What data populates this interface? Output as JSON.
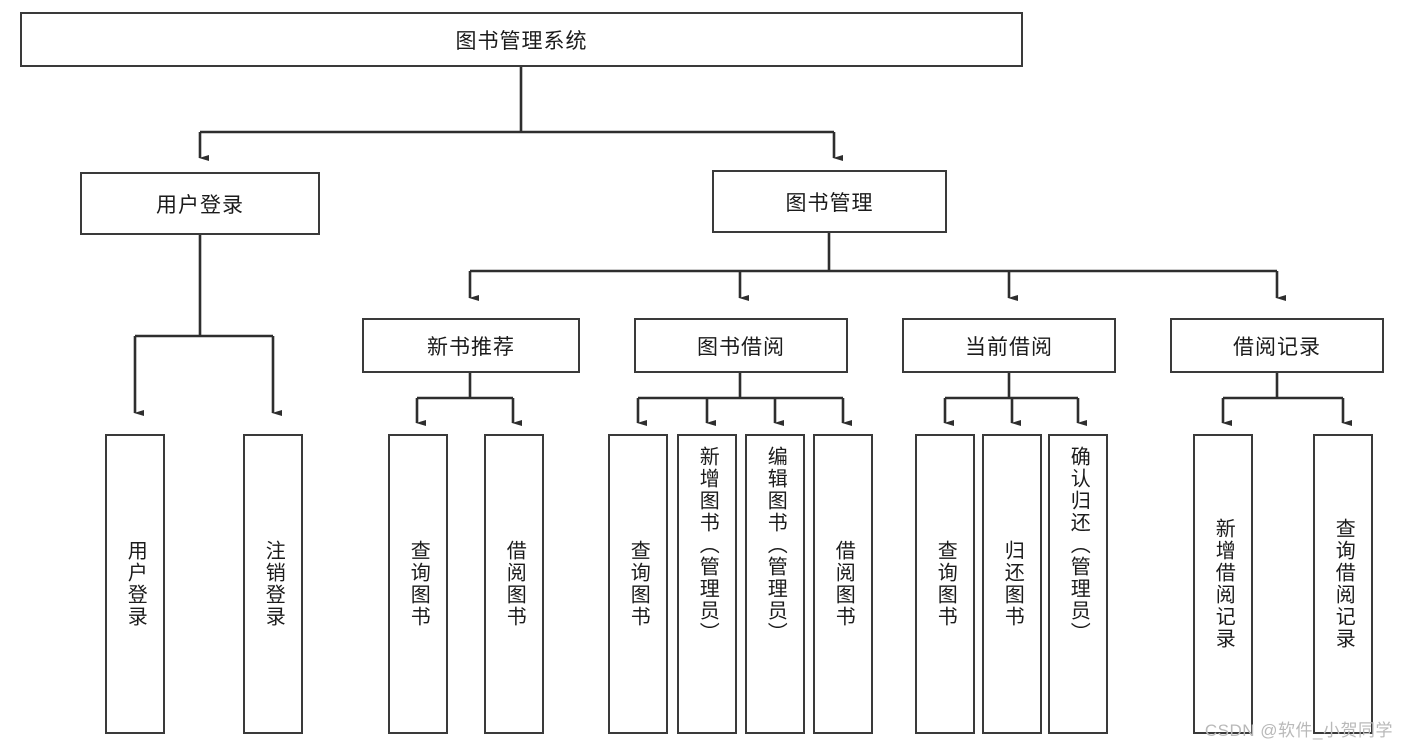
{
  "diagram": {
    "title": "图书管理系统",
    "type": "tree-hierarchy-diagram",
    "watermark": "CSDN @软件_小贺同学",
    "colors": {
      "stroke": "#3a3a3a",
      "fill": "#ffffff",
      "text": "#1b1b1b",
      "watermark": "#b9b9b9",
      "background": "#ffffff"
    },
    "root": {
      "label": "图书管理系统"
    },
    "level2": [
      {
        "label": "用户登录"
      },
      {
        "label": "图书管理"
      }
    ],
    "level3": [
      {
        "label": "新书推荐"
      },
      {
        "label": "图书借阅"
      },
      {
        "label": "当前借阅"
      },
      {
        "label": "借阅记录"
      }
    ],
    "leaves": {
      "user_login": [
        {
          "label": "用户登录"
        },
        {
          "label": "注销登录"
        }
      ],
      "new_book_recommend": [
        {
          "label": "查询图书"
        },
        {
          "label": "借阅图书"
        }
      ],
      "book_borrow": [
        {
          "label": "查询图书"
        },
        {
          "label": "新增图书（管理员）"
        },
        {
          "label": "编辑图书（管理员）"
        },
        {
          "label": "借阅图书"
        }
      ],
      "current_borrow": [
        {
          "label": "查询图书"
        },
        {
          "label": "归还图书"
        },
        {
          "label": "确认归还（管理员）"
        }
      ],
      "borrow_record": [
        {
          "label": "新增借阅记录"
        },
        {
          "label": "查询借阅记录"
        }
      ]
    }
  }
}
